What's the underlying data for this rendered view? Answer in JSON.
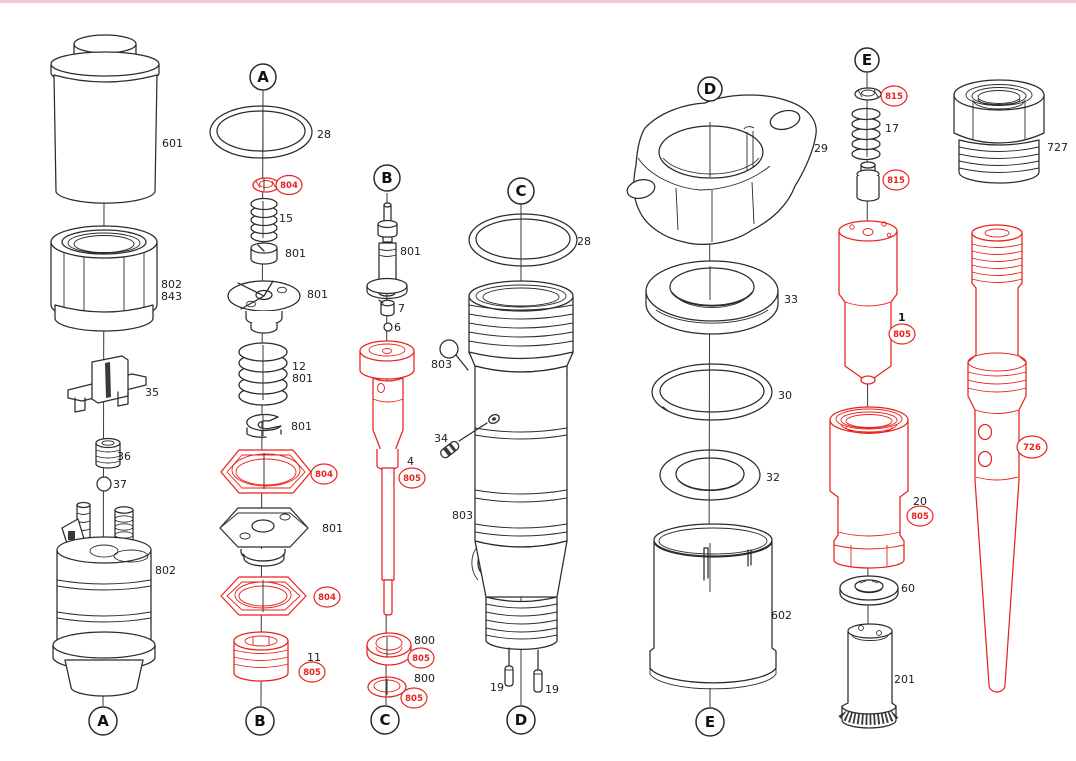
{
  "page": {
    "background": "#ffffff",
    "top_border_color": "#f3c6d0"
  },
  "colors": {
    "black_part": "#2b2b2b",
    "red_part": "#e8231d",
    "blue_label": "#2a35c0",
    "label_text": "#1d1d1d"
  },
  "section_markers": {
    "a": "A",
    "b": "B",
    "c": "C",
    "d": "D",
    "e": "E"
  },
  "labels": {
    "l601": "601",
    "l802a": "802",
    "l843": "843",
    "l35": "35",
    "l36": "36",
    "l37": "37",
    "l802b": "802",
    "l28b": "28",
    "l15": "15",
    "l801a": "801",
    "l801b": "801",
    "l12": "12",
    "l801c": "801",
    "l801d": "801",
    "l801e": "801",
    "l11": "11",
    "l801f": "801",
    "l7": "7",
    "l6": "6",
    "l4": "4",
    "l800a": "800",
    "l800b": "800",
    "l28d": "28",
    "l803a": "803",
    "l34": "34",
    "l803b": "803",
    "l19a": "19",
    "l19b": "19",
    "l29": "29",
    "l33": "33",
    "l30": "30",
    "l32": "32",
    "l602": "602",
    "l17": "17",
    "l1": "1",
    "l20": "20",
    "l60": "60",
    "l201": "201",
    "l727": "727"
  },
  "badges": {
    "b804a": "804",
    "b804b": "804",
    "b804c": "804",
    "b805a": "805",
    "b805b": "805",
    "b805c": "805",
    "b805d": "805",
    "b805e": "805",
    "b805f": "805",
    "b815a": "815",
    "b815b": "815",
    "b726": "726"
  }
}
